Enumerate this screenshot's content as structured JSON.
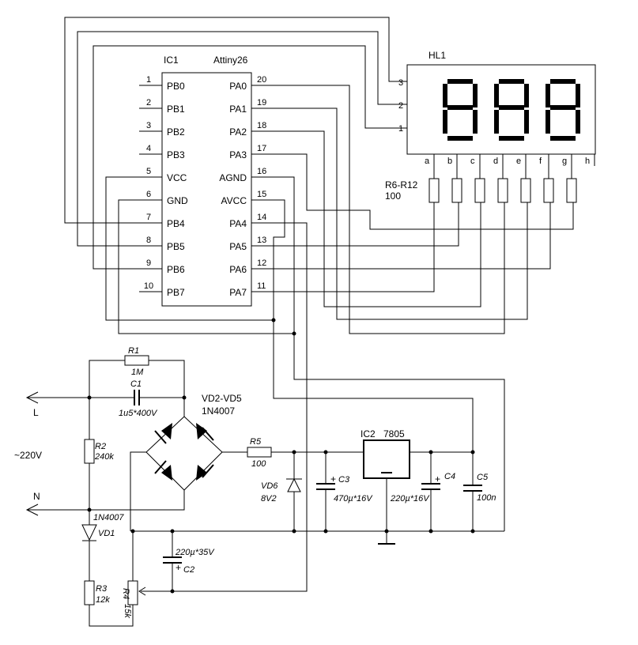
{
  "ic1": {
    "ref": "IC1",
    "type": "Attiny26",
    "left_pins": [
      {
        "num": "1",
        "name": "PB0"
      },
      {
        "num": "2",
        "name": "PB1"
      },
      {
        "num": "3",
        "name": "PB2"
      },
      {
        "num": "4",
        "name": "PB3"
      },
      {
        "num": "5",
        "name": "VCC"
      },
      {
        "num": "6",
        "name": "GND"
      },
      {
        "num": "7",
        "name": "PB4"
      },
      {
        "num": "8",
        "name": "PB5"
      },
      {
        "num": "9",
        "name": "PB6"
      },
      {
        "num": "10",
        "name": "PB7"
      }
    ],
    "right_pins": [
      {
        "num": "20",
        "name": "PA0"
      },
      {
        "num": "19",
        "name": "PA1"
      },
      {
        "num": "18",
        "name": "PA2"
      },
      {
        "num": "17",
        "name": "PA3"
      },
      {
        "num": "16",
        "name": "AGND"
      },
      {
        "num": "15",
        "name": "AVCC"
      },
      {
        "num": "14",
        "name": "PA4"
      },
      {
        "num": "13",
        "name": "PA5"
      },
      {
        "num": "12",
        "name": "PA6"
      },
      {
        "num": "11",
        "name": "PA7"
      }
    ]
  },
  "hl1": {
    "ref": "HL1",
    "pins": [
      "3",
      "2",
      "1"
    ],
    "segments": [
      "a",
      "b",
      "c",
      "d",
      "e",
      "f",
      "g",
      "h"
    ]
  },
  "resistor_array": {
    "ref": "R6-R12",
    "value": "100"
  },
  "components": {
    "r1": {
      "ref": "R1",
      "value": "1M"
    },
    "c1": {
      "ref": "C1",
      "value": "1u5*400V"
    },
    "bridge": {
      "ref": "VD2-VD5",
      "value": "1N4007"
    },
    "r2": {
      "ref": "R2",
      "value": "240k"
    },
    "r5": {
      "ref": "R5",
      "value": "100"
    },
    "vd6": {
      "ref": "VD6",
      "value": "8V2"
    },
    "ic2": {
      "ref": "IC2",
      "value": "7805"
    },
    "c3": {
      "ref": "C3",
      "value": "470µ*16V"
    },
    "c4": {
      "ref": "C4",
      "value": "220µ*16V"
    },
    "c5": {
      "ref": "C5",
      "value": "100n"
    },
    "vd1": {
      "ref": "VD1",
      "value": "1N4007"
    },
    "c2": {
      "ref": "C2",
      "value": "220µ*35V"
    },
    "r3": {
      "ref": "R3",
      "value": "12k"
    },
    "r4": {
      "ref": "R4",
      "value": "15k"
    }
  },
  "mains": {
    "line": "L",
    "neutral": "N",
    "voltage": "~220V"
  },
  "polarity_mark": "+"
}
